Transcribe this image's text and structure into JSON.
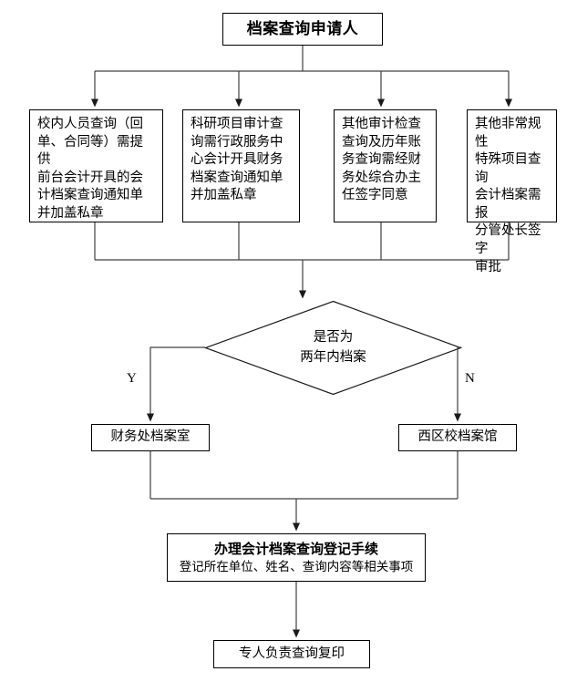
{
  "diagram": {
    "title": "档案查询申请人",
    "start": {
      "label": "档案查询申请人"
    },
    "conditions": [
      {
        "id": "c1",
        "label": "校内人员查询（回单、合同等）需提供前台会计开具的会计档案查询通知单并加盖私章",
        "lines": [
          "校内人员查询（回",
          "单、合同等）需提供",
          "前台会计开具的会",
          "计档案查询通知单",
          "并加盖私章"
        ]
      },
      {
        "id": "c2",
        "label": "科研项目审计查询需行政服务中心会计开具财务档案查询通知单并加盖私章",
        "lines": [
          "科研项目审计查",
          "询需行政服务中",
          "心会计开具财务",
          "档案查询通知单",
          "并加盖私章"
        ]
      },
      {
        "id": "c3",
        "label": "其他审计检查查询及历年账务查询需经财务处综合办主任签字同意",
        "lines": [
          "其他审计检查",
          "查询及历年账",
          "务查询需经财",
          "务处综合办主",
          "任签字同意"
        ]
      },
      {
        "id": "c4",
        "label": "其他非常规性特殊项目查询会计档案需报分管处长签字审批",
        "lines": [
          "其他非常规性",
          "特殊项目查询",
          "会计档案需报",
          "分管处长签字",
          "审批"
        ]
      }
    ],
    "decision": {
      "label": "是否为两年内档案",
      "line1": "是否为",
      "line2": "两年内档案",
      "yes_label": "Y",
      "no_label": "N"
    },
    "branch_yes": {
      "label": "财务处档案室"
    },
    "branch_no": {
      "label": "西区校档案馆"
    },
    "register": {
      "title": "办理会计档案查询登记手续",
      "subtitle": "登记所在单位、姓名、查询内容等相关事项"
    },
    "end": {
      "label": "专人负责查询复印"
    },
    "colors": {
      "stroke": "#000000",
      "background": "#ffffff",
      "text": "#000000",
      "connector": "#404040"
    }
  }
}
